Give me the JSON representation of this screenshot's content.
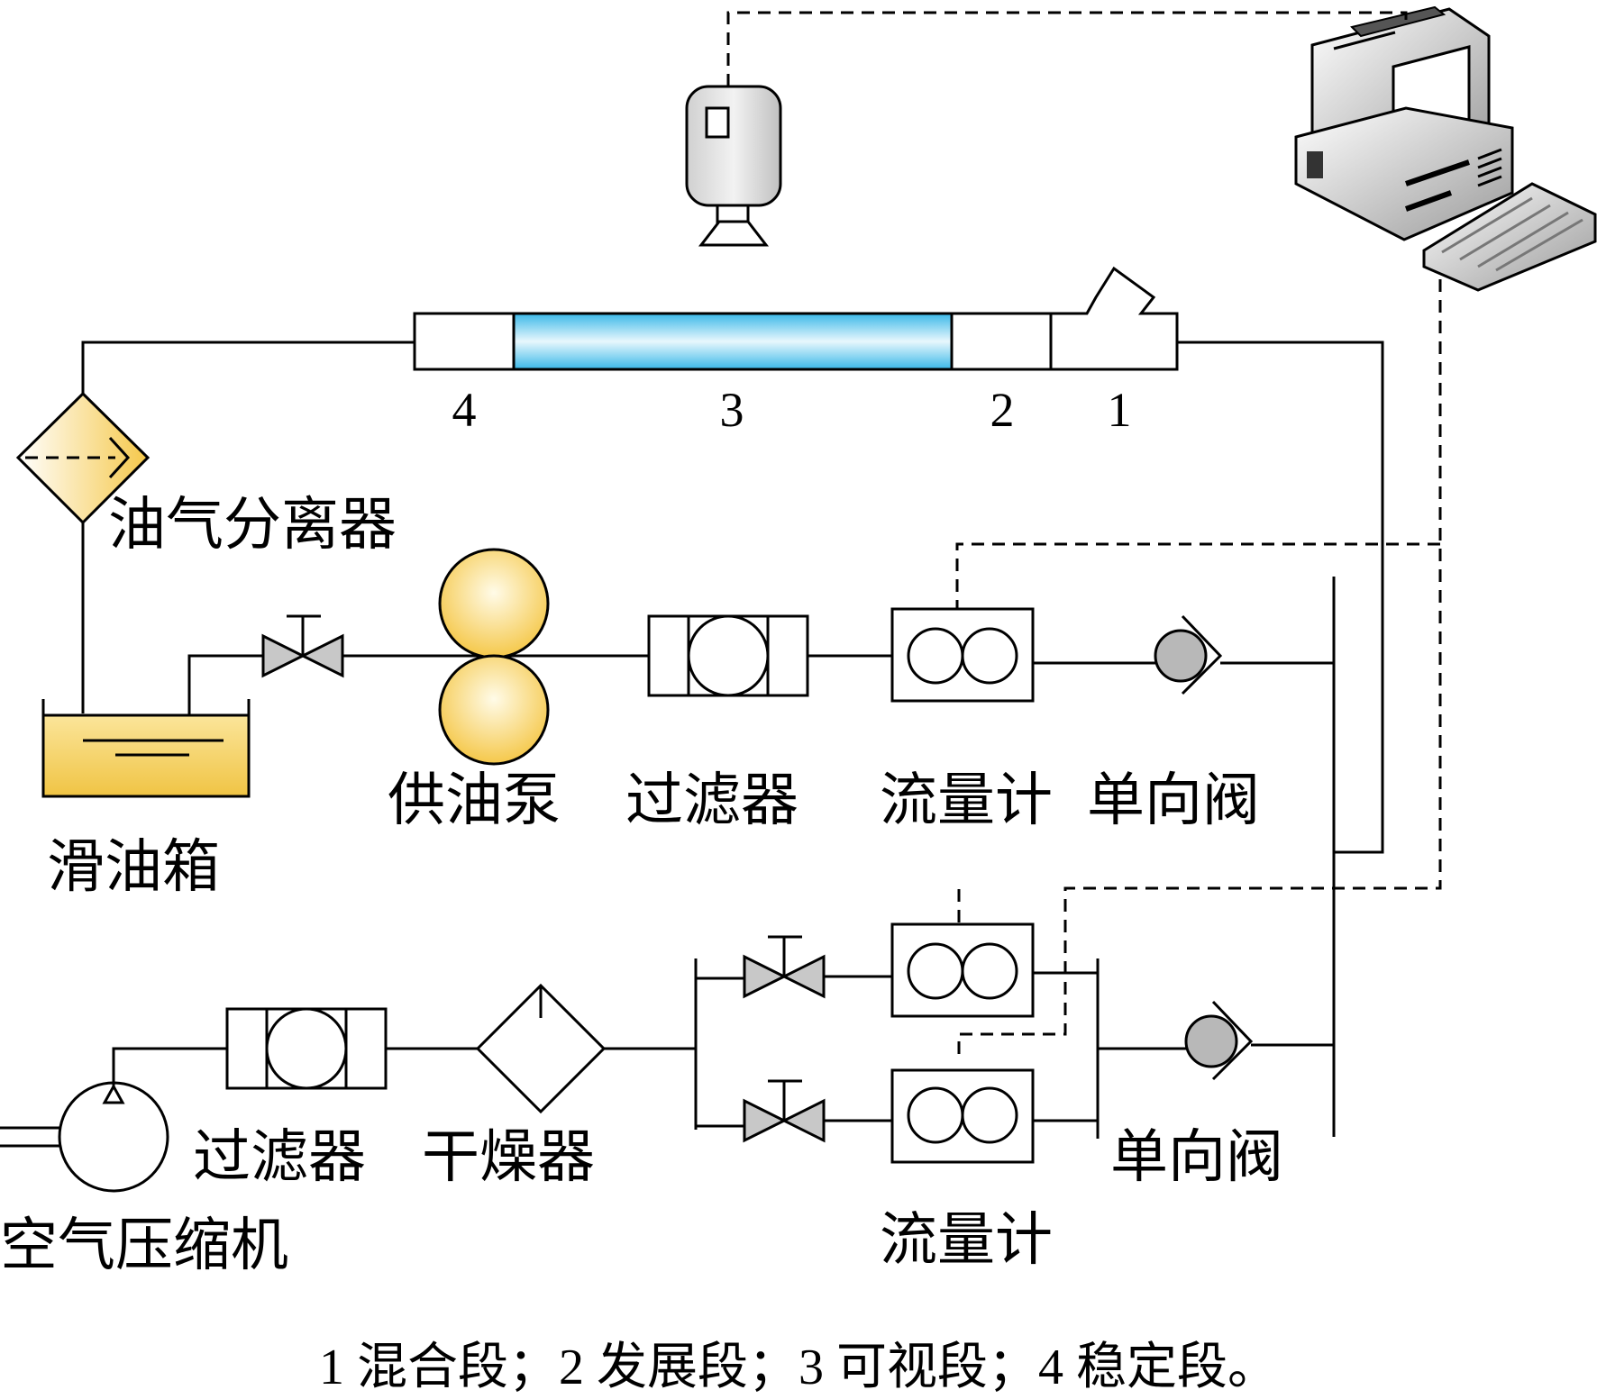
{
  "labels": {
    "oil_gas_separator": "油气分离器",
    "oil_tank": "滑油箱",
    "oil_pump": "供油泵",
    "oil_filter": "过滤器",
    "oil_flowmeter": "流量计",
    "oil_check_valve": "单向阀",
    "air_compressor": "空气压缩机",
    "air_filter": "过滤器",
    "dryer": "干燥器",
    "air_flowmeter": "流量计",
    "air_check_valve": "单向阀"
  },
  "segments": {
    "s1": "1",
    "s2": "2",
    "s3": "3",
    "s4": "4"
  },
  "caption": "1 混合段；2 发展段；3 可视段；4 稳定段。",
  "colors": {
    "tube": "#7dd3f0",
    "tank": "#f5d26a",
    "pump": "#f7d46a",
    "valve": "#c8c8c8"
  }
}
